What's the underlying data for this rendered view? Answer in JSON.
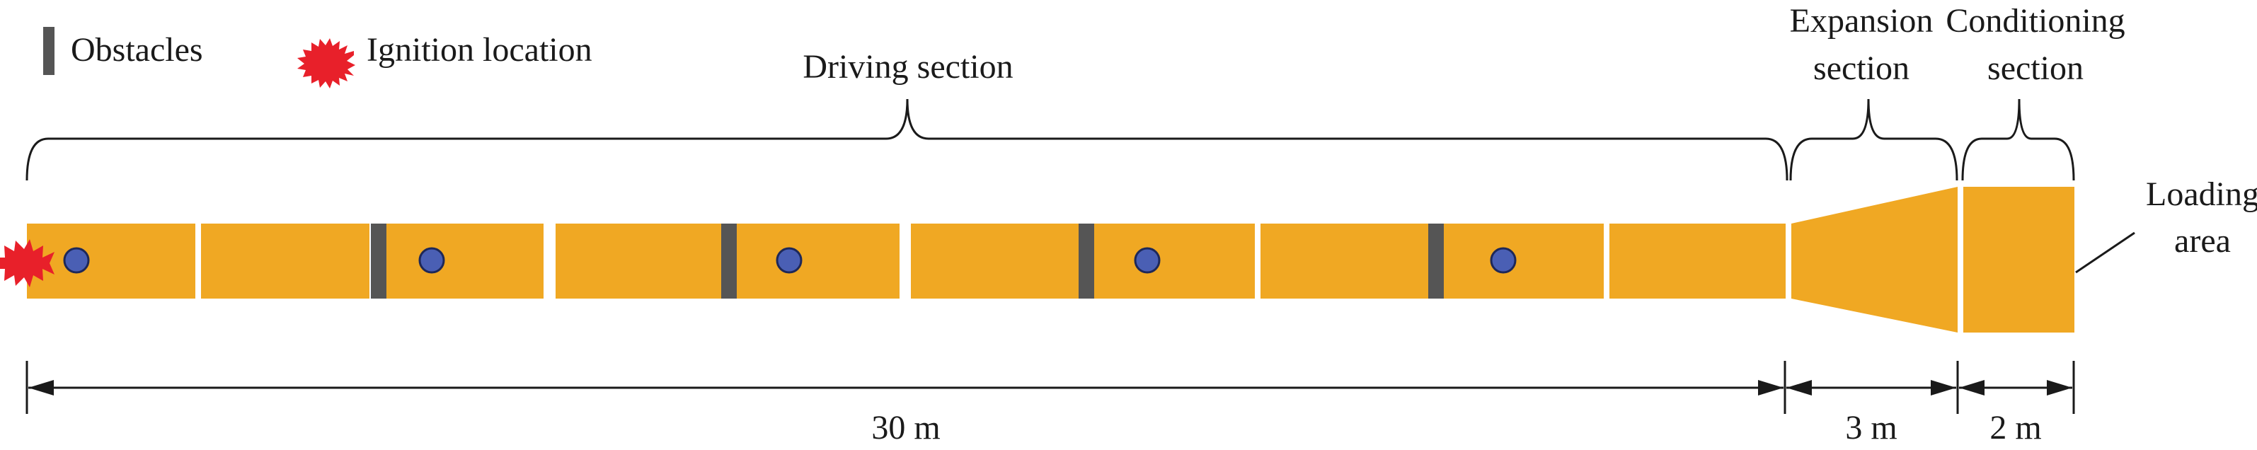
{
  "colors": {
    "tube": "#F0A823",
    "obstacle": "#555555",
    "sensor_fill": "#4A5FB4",
    "sensor_stroke": "#1E2858",
    "ignition": "#E8202A",
    "line": "#1a1a1a"
  },
  "legend": {
    "obstacles_label": "Obstacles",
    "ignition_label": "Ignition location"
  },
  "sections": {
    "driving": {
      "label": "Driving section"
    },
    "expansion": {
      "label_line1": "Expansion",
      "label_line2": "section"
    },
    "conditioning": {
      "label_line1": "Conditioning",
      "label_line2": "section"
    },
    "loading": {
      "label_line1": "Loading",
      "label_line2": "area"
    }
  },
  "dimensions": {
    "driving_length": "30 m",
    "expansion_length": "3 m",
    "conditioning_length": "2 m"
  },
  "driving_segment_count": 10,
  "obstacle_count": 4,
  "sensor_count": 5
}
